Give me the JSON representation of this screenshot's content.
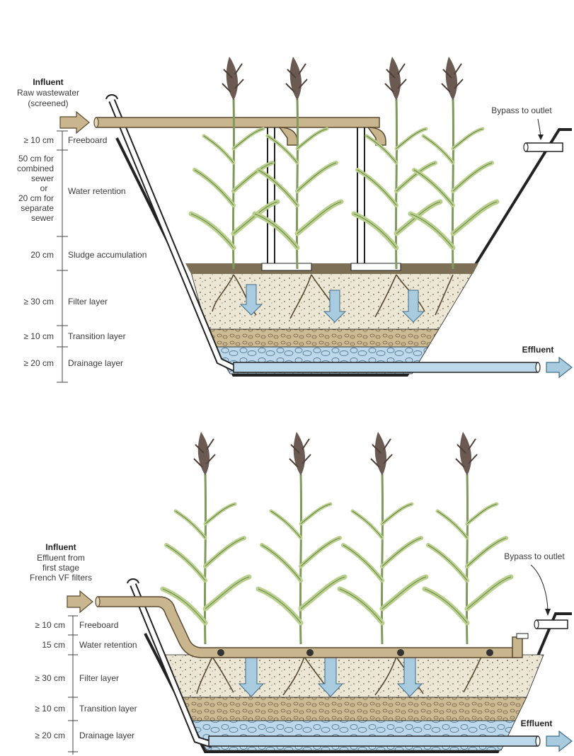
{
  "stage1": {
    "influent_title": "Influent",
    "influent_desc": [
      "Raw wastewater",
      "(screened)"
    ],
    "bypass": "Bypass to outlet",
    "effluent": "Effluent",
    "layers": [
      {
        "dim": "≥ 10 cm",
        "name": "Freeboard"
      },
      {
        "dim": [
          "50 cm for",
          "combined",
          "sewer",
          "or",
          "20 cm for",
          "separate",
          "sewer"
        ],
        "name": "Water retention"
      },
      {
        "dim": "20 cm",
        "name": "Sludge accumulation"
      },
      {
        "dim": "≥ 30 cm",
        "name": "Filter layer"
      },
      {
        "dim": "≥ 10 cm",
        "name": "Transition layer"
      },
      {
        "dim": "≥ 20 cm",
        "name": "Drainage layer"
      }
    ]
  },
  "stage2": {
    "influent_title": "Influent",
    "influent_desc": [
      "Effluent from",
      "first stage",
      "French VF filters"
    ],
    "bypass": "Bypass to outlet",
    "effluent": "Effluent",
    "layers": [
      {
        "dim": "≥ 10 cm",
        "name": "Freeboard"
      },
      {
        "dim": "15 cm",
        "name": "Water retention"
      },
      {
        "dim": "≥ 30 cm",
        "name": "Filter layer"
      },
      {
        "dim": "≥ 10 cm",
        "name": "Transition layer"
      },
      {
        "dim": "≥ 20 cm",
        "name": "Drainage layer"
      }
    ]
  },
  "colors": {
    "pipe": "#c9b68f",
    "pipe_stroke": "#5a4a30",
    "reed_leaf": "#b9cf8c",
    "reed_stem": "#8aa566",
    "plume": "#6b5a52",
    "filter": "#ece6d4",
    "transition": "#c9b68f",
    "drainage": "#bcd8ea",
    "sludge": "#7d6f55",
    "arrow": "#a9cbe0"
  }
}
